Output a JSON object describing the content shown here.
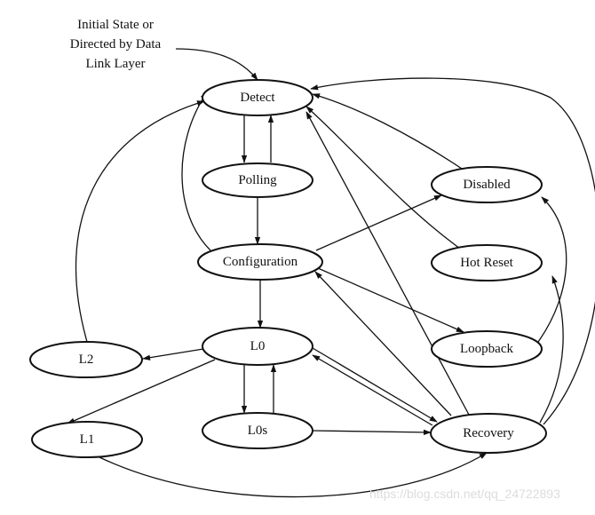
{
  "initial_label": {
    "line1": "Initial State or",
    "line2": "Directed by Data",
    "line3": "Link Layer"
  },
  "nodes": {
    "detect": "Detect",
    "polling": "Polling",
    "configuration": "Configuration",
    "l0": "L0",
    "l0s": "L0s",
    "l1": "L1",
    "l2": "L2",
    "disabled": "Disabled",
    "hot_reset": "Hot Reset",
    "loopback": "Loopback",
    "recovery": "Recovery"
  },
  "watermark": "https://blog.csdn.net/qq_24722893"
}
